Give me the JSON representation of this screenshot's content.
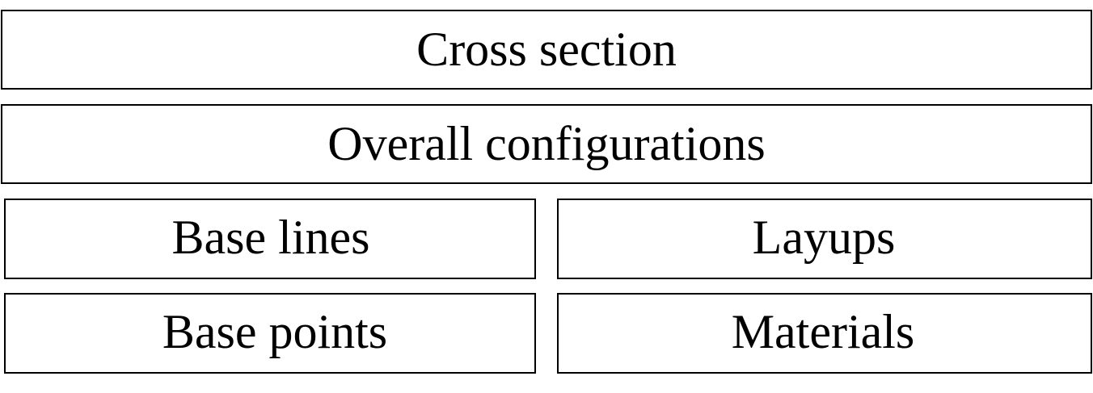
{
  "diagram": {
    "cross_section": "Cross section",
    "overall_configurations": "Overall configurations",
    "base_lines": "Base lines",
    "layups": "Layups",
    "base_points": "Base points",
    "materials": "Materials"
  }
}
